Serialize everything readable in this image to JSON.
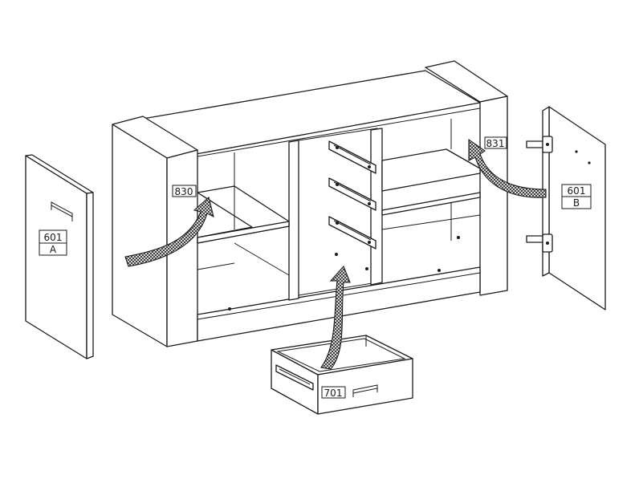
{
  "labels": {
    "cabinet_left_side": "830",
    "cabinet_right_side": "831",
    "drawer": "701",
    "door_left_code": "601",
    "door_left_variant": "A",
    "door_right_code": "601",
    "door_right_variant": "B"
  },
  "colors": {
    "line": "#1a1a1a",
    "background": "#ffffff"
  },
  "icons": [
    "curved-assembly-arrow",
    "drawer-slide-rail",
    "door-hinge",
    "handle"
  ]
}
